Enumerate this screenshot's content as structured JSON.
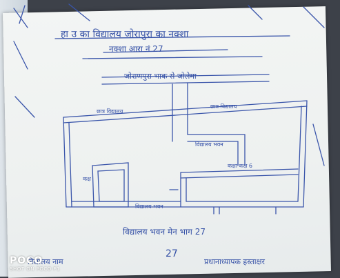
{
  "sheet": {
    "heading_line1": "हा उ का विद्यालय जोरापुरा का नक्शा",
    "heading_line2": "नक्शा आरा नं 27",
    "road_label": "जोराणपुरा भाक से जोलेमा",
    "caption": "विद्यालय भवन मेन भाग 27",
    "footer_left": "विद्यालय नाम",
    "footer_mid": "27",
    "footer_right": "प्रधानाध्यापक हस्ताक्षर"
  },
  "watermark": {
    "brand": "POCO",
    "subtitle": "SHOT ON POCO F1"
  },
  "colors": {
    "ink": "#3450a6",
    "paper": "#eef1f0",
    "background": "#3d4149"
  }
}
